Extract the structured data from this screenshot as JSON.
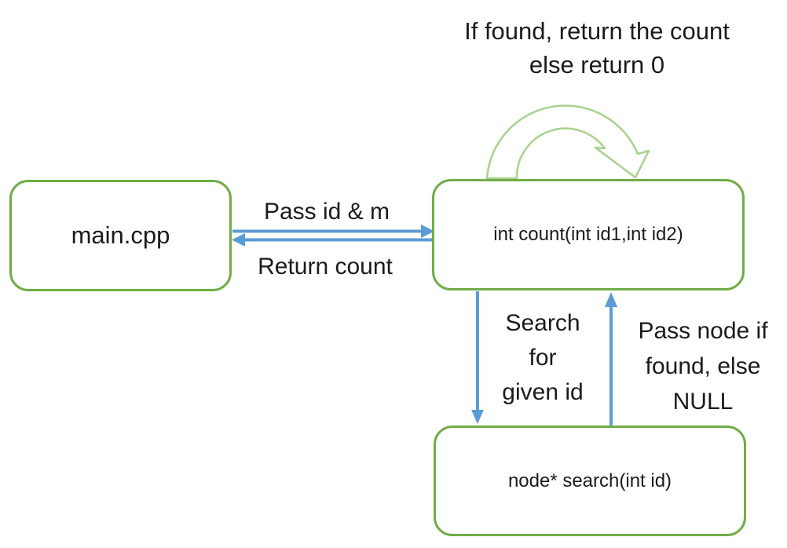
{
  "colors": {
    "box_border": "#70AD47",
    "arrow_blue": "#5B9BD5",
    "loop_green": "#A9D18E",
    "text": "#1b1b1b",
    "background": "#ffffff"
  },
  "nodes": {
    "main": {
      "label": "main.cpp"
    },
    "count": {
      "label": "int count(int id1,int id2)"
    },
    "search": {
      "label": "node* search(int id)"
    }
  },
  "labels": {
    "loop_note": "If found, return the count\nelse return 0",
    "pass_id": "Pass id & m",
    "return_count": "Return count",
    "search_for": "Search\nfor\ngiven id",
    "pass_node": "Pass node if\nfound, else\nNULL"
  }
}
